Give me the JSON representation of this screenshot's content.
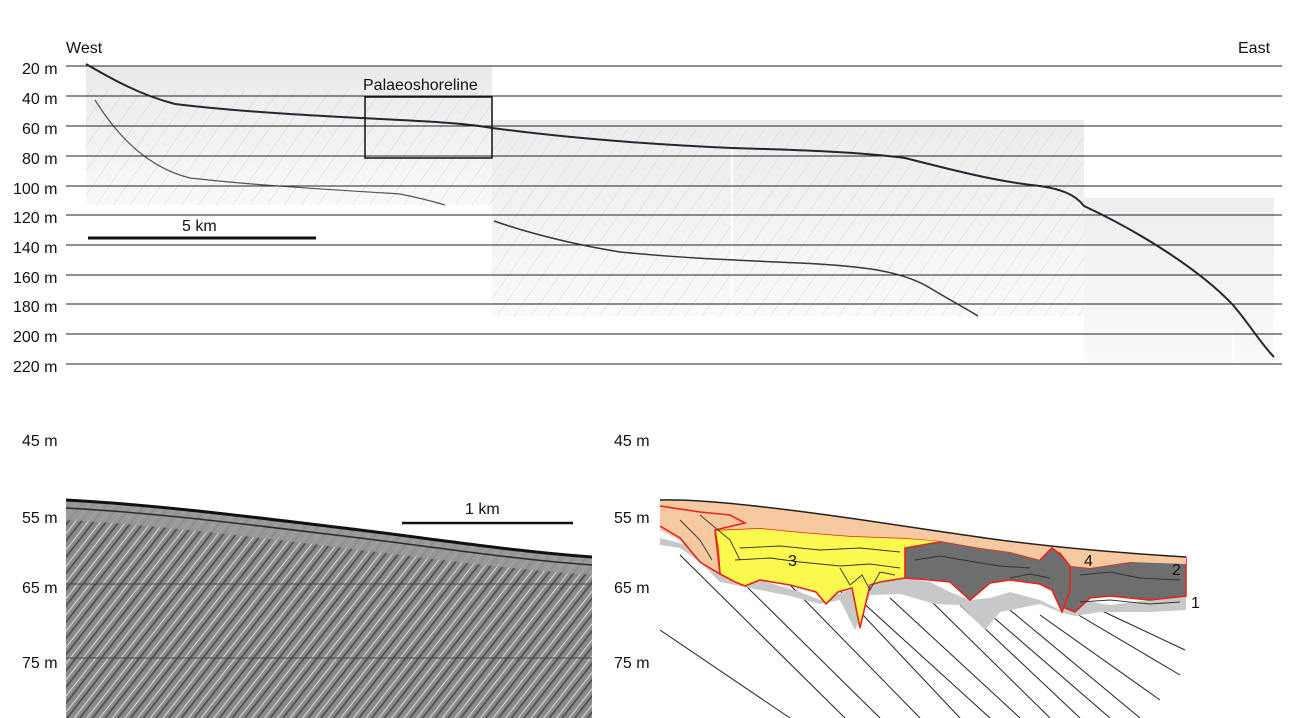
{
  "top_profile": {
    "west_label": "West",
    "east_label": "East",
    "depth_labels": [
      "20 m",
      "40 m",
      "60 m",
      "80 m",
      "100 m",
      "120 m",
      "140 m",
      "160 m",
      "180 m",
      "200 m",
      "220 m"
    ],
    "palaeoshoreline_label": "Palaeoshoreline",
    "scale_label": "5 km"
  },
  "bottom_left": {
    "depth_labels": [
      "45 m",
      "55 m",
      "65 m",
      "75 m"
    ],
    "scale_label": "1 km"
  },
  "bottom_right": {
    "depth_labels": [
      "45 m",
      "55 m",
      "65 m",
      "75 m"
    ],
    "unit_labels": [
      "1",
      "2",
      "3",
      "4"
    ]
  },
  "colors": {
    "unit_orange": "#f7c9a0",
    "unit_yellow": "#fbf94d",
    "unit_dark_grey": "#6e6e6e",
    "unit_light_grey": "#c8c8c8",
    "boundary_red": "#e8231b"
  }
}
